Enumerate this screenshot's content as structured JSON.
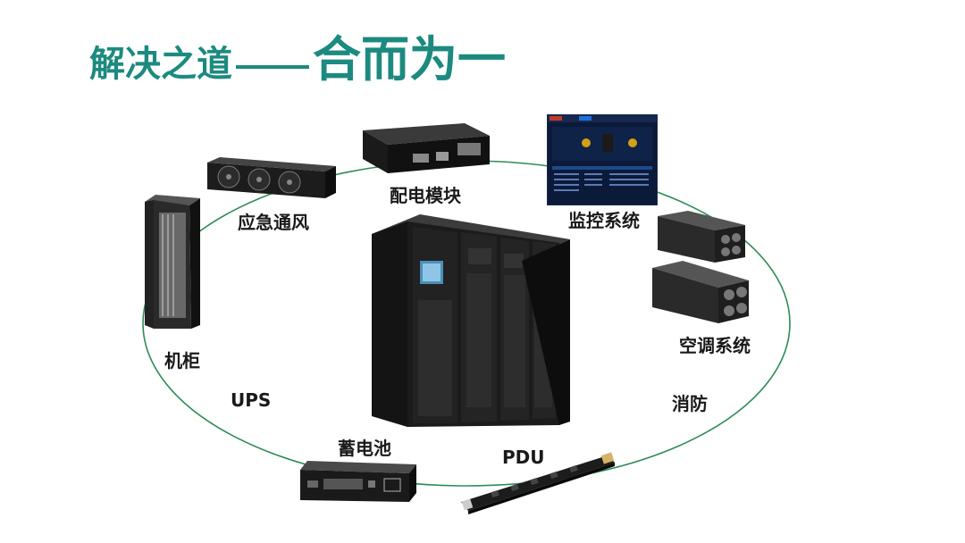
{
  "title": {
    "part1": "解决之道",
    "part2": "合而为一"
  },
  "colors": {
    "title": "#1d8a80",
    "ring": "#2e8b57",
    "equipment": "#1e1e1e"
  },
  "labels": {
    "power_module": "配电模块",
    "monitoring": "监控系统",
    "emergency_ventilation": "应急通风",
    "rack": "机柜",
    "air_conditioning": "空调系统",
    "ups": "UPS",
    "fire_protection": "消防",
    "battery": "蓄电池",
    "pdu": "PDU"
  }
}
